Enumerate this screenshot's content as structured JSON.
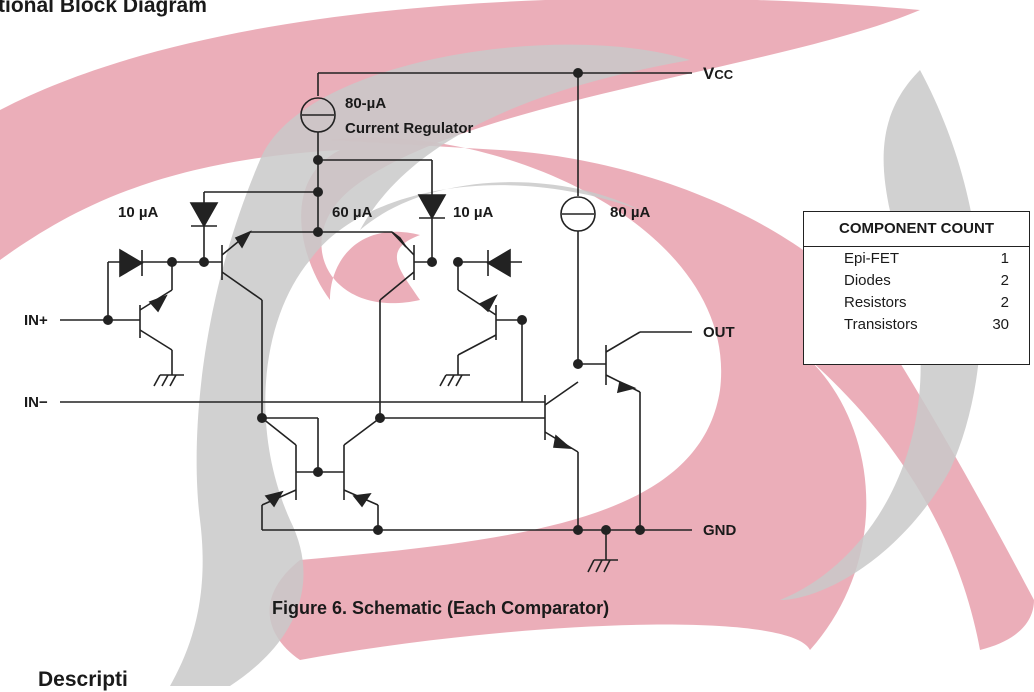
{
  "header": {
    "title": "tional Block Diagram"
  },
  "labels": {
    "vcc_main": "V",
    "vcc_sub": "CC",
    "regulator_value": "80-µA",
    "regulator_name": "Current Regulator",
    "i_left": "10 µA",
    "i_mid": "60 µA",
    "i_right": "10 µA",
    "i_out": "80 µA",
    "in_plus": "IN+",
    "in_minus": "IN−",
    "out": "OUT",
    "gnd": "GND"
  },
  "component_count": {
    "title": "COMPONENT COUNT",
    "rows": [
      {
        "name": "Epi-FET",
        "count": "1"
      },
      {
        "name": "Diodes",
        "count": "2"
      },
      {
        "name": "Resistors",
        "count": "2"
      },
      {
        "name": "Transistors",
        "count": "30"
      }
    ]
  },
  "caption": "Figure 6.  Schematic (Each Comparator)",
  "footer_heading": "Descripti",
  "watermark": {
    "red": "#e8a0ad",
    "gray": "#c9c9c9"
  }
}
